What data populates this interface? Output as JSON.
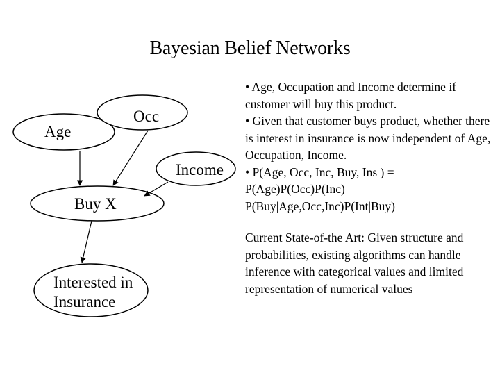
{
  "slide": {
    "title": "Bayesian Belief Networks"
  },
  "network": {
    "nodes": {
      "age": "Age",
      "occ": "Occ",
      "income": "Income",
      "buy": "Buy X",
      "insurance": "Interested in\nInsurance"
    },
    "edges": [
      [
        "Age",
        "Buy X"
      ],
      [
        "Occ",
        "Buy X"
      ],
      [
        "Income",
        "Buy X"
      ],
      [
        "Buy X",
        "Interested in Insurance"
      ]
    ]
  },
  "text": {
    "bullets": "• Age, Occupation and  Income determine if customer will buy this product.\n• Given that customer buys product, whether there is interest in insurance is now independent of Age, Occupation, Income.\n• P(Age, Occ, Inc, Buy, Ins ) = P(Age)P(Occ)P(Inc) P(Buy|Age,Occ,Inc)P(Int|Buy)",
    "state_of_art": "Current State-of-the Art: Given structure and probabilities, existing algorithms can handle inference with categorical values and limited representation of numerical values"
  }
}
